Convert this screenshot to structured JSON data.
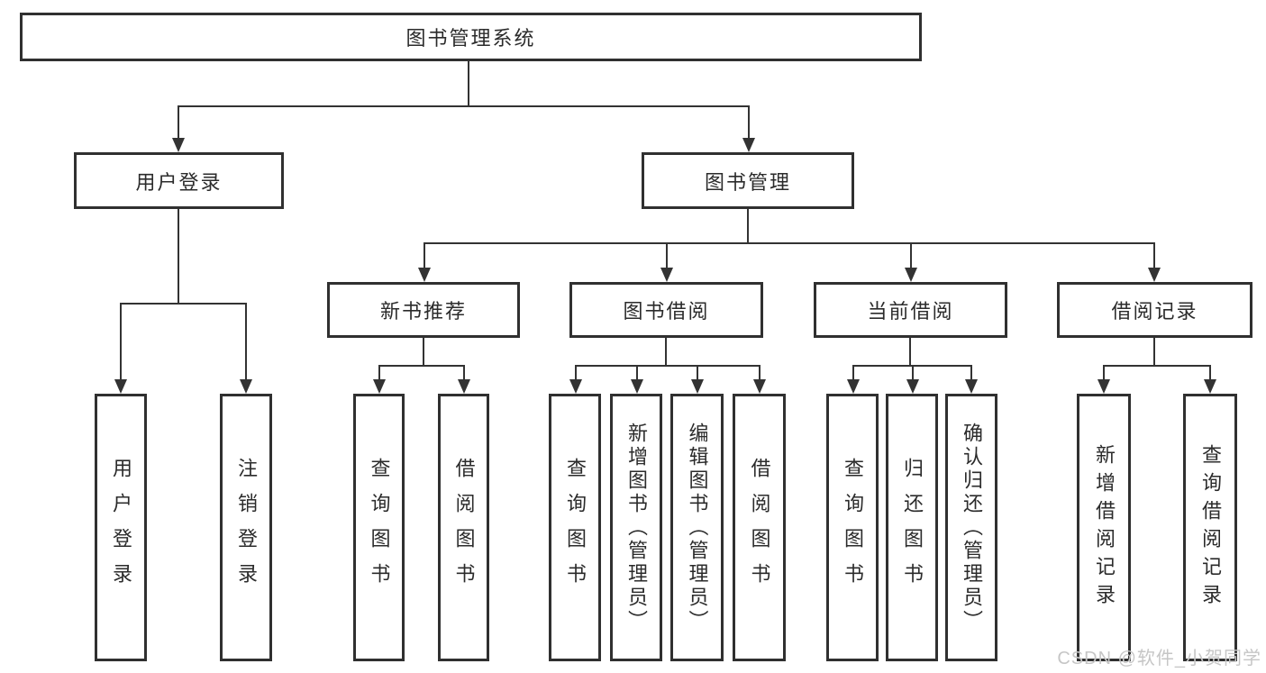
{
  "nodes": {
    "root": {
      "label": "图书管理系统"
    },
    "user_login": {
      "label": "用户登录"
    },
    "book_mgmt": {
      "label": "图书管理"
    },
    "new_book_rec": {
      "label": "新书推荐"
    },
    "book_borrow": {
      "label": "图书借阅"
    },
    "current_borrow": {
      "label": "当前借阅"
    },
    "borrow_record": {
      "label": "借阅记录"
    },
    "leaf_user_login": {
      "label": "用户登录"
    },
    "leaf_logout": {
      "label": "注销登录"
    },
    "leaf_nb_query": {
      "label": "查询图书"
    },
    "leaf_nb_borrow": {
      "label": "借阅图书"
    },
    "leaf_bb_query": {
      "label": "查询图书"
    },
    "leaf_bb_add": {
      "label": "新增图书（管理员）"
    },
    "leaf_bb_edit": {
      "label": "编辑图书（管理员）"
    },
    "leaf_bb_borrow": {
      "label": "借阅图书"
    },
    "leaf_cb_query": {
      "label": "查询图书"
    },
    "leaf_cb_return": {
      "label": "归还图书"
    },
    "leaf_cb_confirm": {
      "label": "确认归还（管理员）"
    },
    "leaf_br_add": {
      "label": "新增借阅记录"
    },
    "leaf_br_query": {
      "label": "查询借阅记录"
    }
  },
  "watermark": {
    "text": "CSDN @软件_小贺同学"
  },
  "colors": {
    "line": "#333333",
    "box_border": "#303030",
    "text": "#2b2b2b",
    "watermark": "#c6c6c6",
    "background": "#ffffff"
  }
}
